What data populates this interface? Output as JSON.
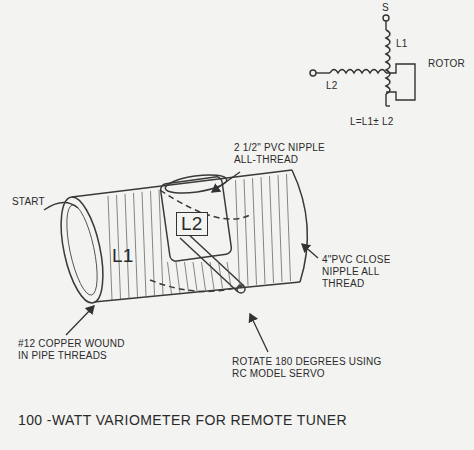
{
  "diagram": {
    "title": "100 -WATT VARIOMETER FOR REMOTE TUNER",
    "labels": [
      "S",
      "L1",
      "ROTOR",
      "L2",
      "L=L1± L2",
      "2 1/2\" PVC NIPPLE ALL-THREAD",
      "START",
      "L2",
      "L1",
      "4\"PVC CLOSE NIPPLE ALL THREAD",
      "#12 COPPER WOUND IN PIPE THREADS",
      "ROTATE 180 DEGREES USING RC MODEL SERVO"
    ]
  }
}
